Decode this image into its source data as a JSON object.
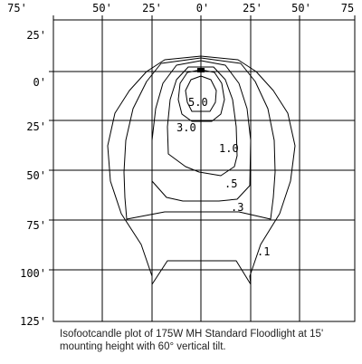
{
  "x_ticks": [
    "75'",
    "50'",
    "25'",
    "0'",
    "25'",
    "50'",
    "75"
  ],
  "y_ticks": [
    "25'",
    "0'",
    "25'",
    "50'",
    "75'",
    "100'",
    "125'"
  ],
  "contour_labels": [
    "5.0",
    "3.0",
    "1.0",
    ".5",
    ".3",
    ".1"
  ],
  "caption_lines": [
    "Isofootcandle plot of 175W MH Standard Floodlight at 15'",
    "mounting height with 60° vertical tilt."
  ],
  "colors": {
    "line": "#000000",
    "caption": "#222222"
  }
}
